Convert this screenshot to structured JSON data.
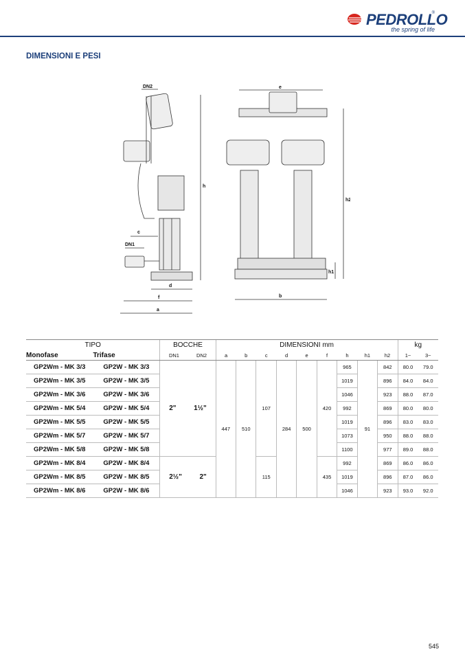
{
  "brand": {
    "name": "PEDROLLO",
    "registered": "®",
    "tagline": "the spring of life",
    "accent": "#1c3f7a",
    "logo_red": "#d7261e"
  },
  "section_title": "DIMENSIONI E PESI",
  "drawing_labels": {
    "dn2": "DN2",
    "dn1": "DN1",
    "c": "c",
    "d": "d",
    "f": "f",
    "a": "a",
    "h": "h",
    "e": "e",
    "b": "b",
    "h1": "h1",
    "h2": "h2"
  },
  "table": {
    "group_headers": {
      "tipo": "TIPO",
      "bocche": "BOCCHE",
      "dimensioni": "DIMENSIONI mm",
      "kg": "kg"
    },
    "col_headers": {
      "monofase": "Monofase",
      "trifase": "Trifase",
      "dn1": "DN1",
      "dn2": "DN2",
      "a": "a",
      "b": "b",
      "c": "c",
      "d": "d",
      "e": "e",
      "f": "f",
      "h": "h",
      "h1": "h1",
      "h2": "h2",
      "kg1": "1~",
      "kg3": "3~"
    },
    "rows": [
      {
        "mono": "GP2Wm - MK 3/3",
        "tri": "GP2W - MK 3/3",
        "h": "965",
        "h2": "842",
        "kg1": "80.0",
        "kg3": "79.0"
      },
      {
        "mono": "GP2Wm - MK 3/5",
        "tri": "GP2W - MK 3/5",
        "h": "1019",
        "h2": "896",
        "kg1": "84.0",
        "kg3": "84.0"
      },
      {
        "mono": "GP2Wm - MK 3/6",
        "tri": "GP2W - MK 3/6",
        "h": "1046",
        "h2": "923",
        "kg1": "88.0",
        "kg3": "87.0"
      },
      {
        "mono": "GP2Wm - MK 5/4",
        "tri": "GP2W - MK 5/4",
        "h": "992",
        "h2": "869",
        "kg1": "80.0",
        "kg3": "80.0"
      },
      {
        "mono": "GP2Wm - MK 5/5",
        "tri": "GP2W - MK 5/5",
        "h": "1019",
        "h2": "896",
        "kg1": "83.0",
        "kg3": "83.0"
      },
      {
        "mono": "GP2Wm - MK 5/7",
        "tri": "GP2W - MK 5/7",
        "h": "1073",
        "h2": "950",
        "kg1": "88.0",
        "kg3": "88.0"
      },
      {
        "mono": "GP2Wm - MK 5/8",
        "tri": "GP2W - MK 5/8",
        "h": "1100",
        "h2": "977",
        "kg1": "89.0",
        "kg3": "88.0"
      },
      {
        "mono": "GP2Wm - MK 8/4",
        "tri": "GP2W - MK 8/4",
        "h": "992",
        "h2": "869",
        "kg1": "86.0",
        "kg3": "86.0"
      },
      {
        "mono": "GP2Wm - MK 8/5",
        "tri": "GP2W - MK 8/5",
        "h": "1019",
        "h2": "896",
        "kg1": "87.0",
        "kg3": "86.0"
      },
      {
        "mono": "GP2Wm - MK 8/6",
        "tri": "GP2W - MK 8/6",
        "h": "1046",
        "h2": "923",
        "kg1": "93.0",
        "kg3": "92.0"
      }
    ],
    "merged": {
      "dn1_a": "2\"",
      "dn2_a": "1½\"",
      "dn1_b": "2½\"",
      "dn2_b": "2\"",
      "a": "447",
      "b": "510",
      "d": "284",
      "e": "500",
      "h1": "91",
      "c_a": "107",
      "c_b": "115",
      "f_a": "420",
      "f_b": "435"
    }
  },
  "page_number": "545"
}
